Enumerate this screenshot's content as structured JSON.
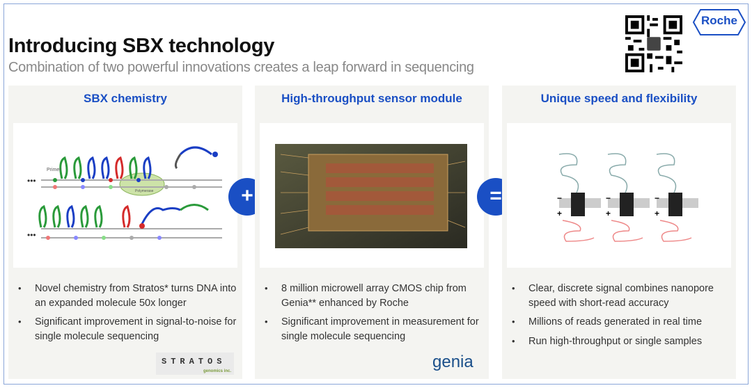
{
  "header": {
    "title": "Introducing SBX technology",
    "subtitle": "Combination of two powerful innovations creates a leap forward in sequencing",
    "brand": "Roche"
  },
  "panels": [
    {
      "title": "SBX chemistry",
      "bullets": [
        "Novel chemistry from Stratos* turns DNA into an expanded molecule 50x longer",
        "Significant improvement in signal-to-noise for single molecule sequencing"
      ],
      "logo": "STRATOS",
      "logo_sub": "genomics inc.",
      "image_labels": [
        "Primer",
        "Polymerase"
      ]
    },
    {
      "title": "High-throughput sensor module",
      "bullets": [
        "8 million microwell array CMOS chip from Genia** enhanced by Roche",
        "Significant improvement in measurement for single molecule sequencing"
      ],
      "logo": "genia"
    },
    {
      "title": "Unique speed and flexibility",
      "bullets": [
        "Clear, discrete signal combines nanopore speed with short-read accuracy",
        "Millions of reads generated in real time",
        "Run high-throughput or single samples"
      ]
    }
  ],
  "operators": {
    "plus": "+",
    "equals": "="
  },
  "colors": {
    "accent": "#1a4fc4",
    "panel_bg": "#f4f4f1"
  }
}
